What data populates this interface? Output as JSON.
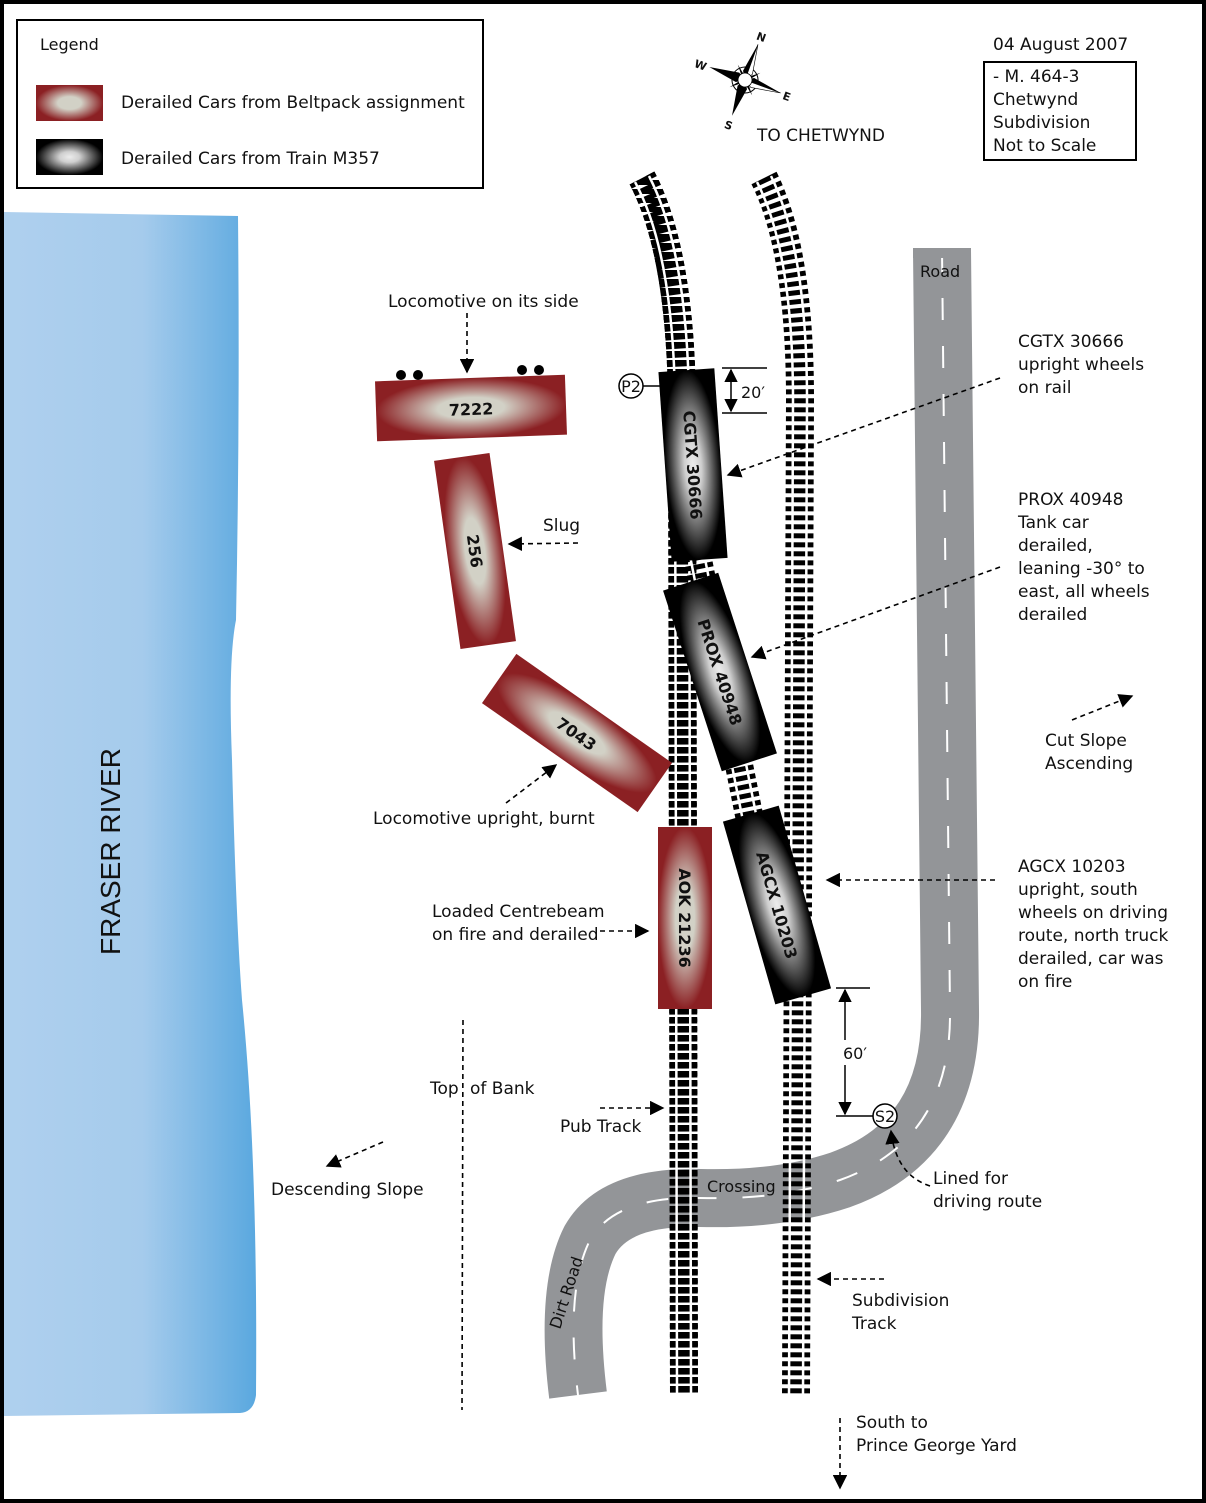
{
  "legend": {
    "title": "Legend",
    "items": [
      {
        "label": "Derailed Cars from Beltpack assignment",
        "type": "beltpack"
      },
      {
        "label": "Derailed Cars from Train M357",
        "type": "m357"
      }
    ]
  },
  "colors": {
    "beltpack_edge": "#8b2023",
    "beltpack_center": "#d2d1c6",
    "m357_edge": "#000000",
    "m357_center": "#ececec",
    "river_light": "#aecfee",
    "river_dark": "#5eaadf",
    "road": "#939598"
  },
  "compass": {
    "n": "N",
    "e": "E",
    "s": "S",
    "w": "W"
  },
  "to_chetwynd": "TO CHETWYND",
  "info": {
    "date": "04 August 2007",
    "lines": [
      "- M. 464-3",
      "Chetwynd",
      "Subdivision",
      "Not to Scale"
    ]
  },
  "river": {
    "label": "FRASER RIVER"
  },
  "road": {
    "label": "Road",
    "dirt_label": "Dirt Road",
    "crossing_label": "Crossing"
  },
  "cars": {
    "loco_7222": "7222",
    "slug_256": "256",
    "loco_7043": "7043",
    "aok_21236": "AOK 21236",
    "cgtx_30666": "CGTX 30666",
    "prox_40948": "PROX 40948",
    "agcx_10203": "AGCX 10203"
  },
  "markers": {
    "p2": "P2",
    "s2": "S2"
  },
  "dimensions": {
    "d20": "20′",
    "d60": "60′"
  },
  "annotations": {
    "loco_side": "Locomotive on its side",
    "slug": "Slug",
    "loco_upright": "Locomotive upright, burnt",
    "centrebeam": [
      "Loaded Centrebeam",
      "on fire and derailed"
    ],
    "top_of_bank": [
      "Top",
      "of Bank"
    ],
    "descending": "Descending Slope",
    "pub_track": "Pub Track",
    "cgtx": [
      "CGTX 30666",
      "upright wheels",
      "on rail"
    ],
    "prox": [
      "PROX 40948",
      "Tank car",
      "derailed,",
      "leaning -30° to",
      "east, all wheels",
      "derailed"
    ],
    "cut_slope": [
      "Cut Slope",
      "Ascending"
    ],
    "agcx": [
      "AGCX 10203",
      "upright, south",
      "wheels on driving",
      "route, north truck",
      "derailed, car was",
      "on fire"
    ],
    "lined": [
      "Lined for",
      "driving route"
    ],
    "subdivision": [
      "Subdivision",
      "Track"
    ],
    "south": [
      "South to",
      "Prince George Yard"
    ]
  }
}
